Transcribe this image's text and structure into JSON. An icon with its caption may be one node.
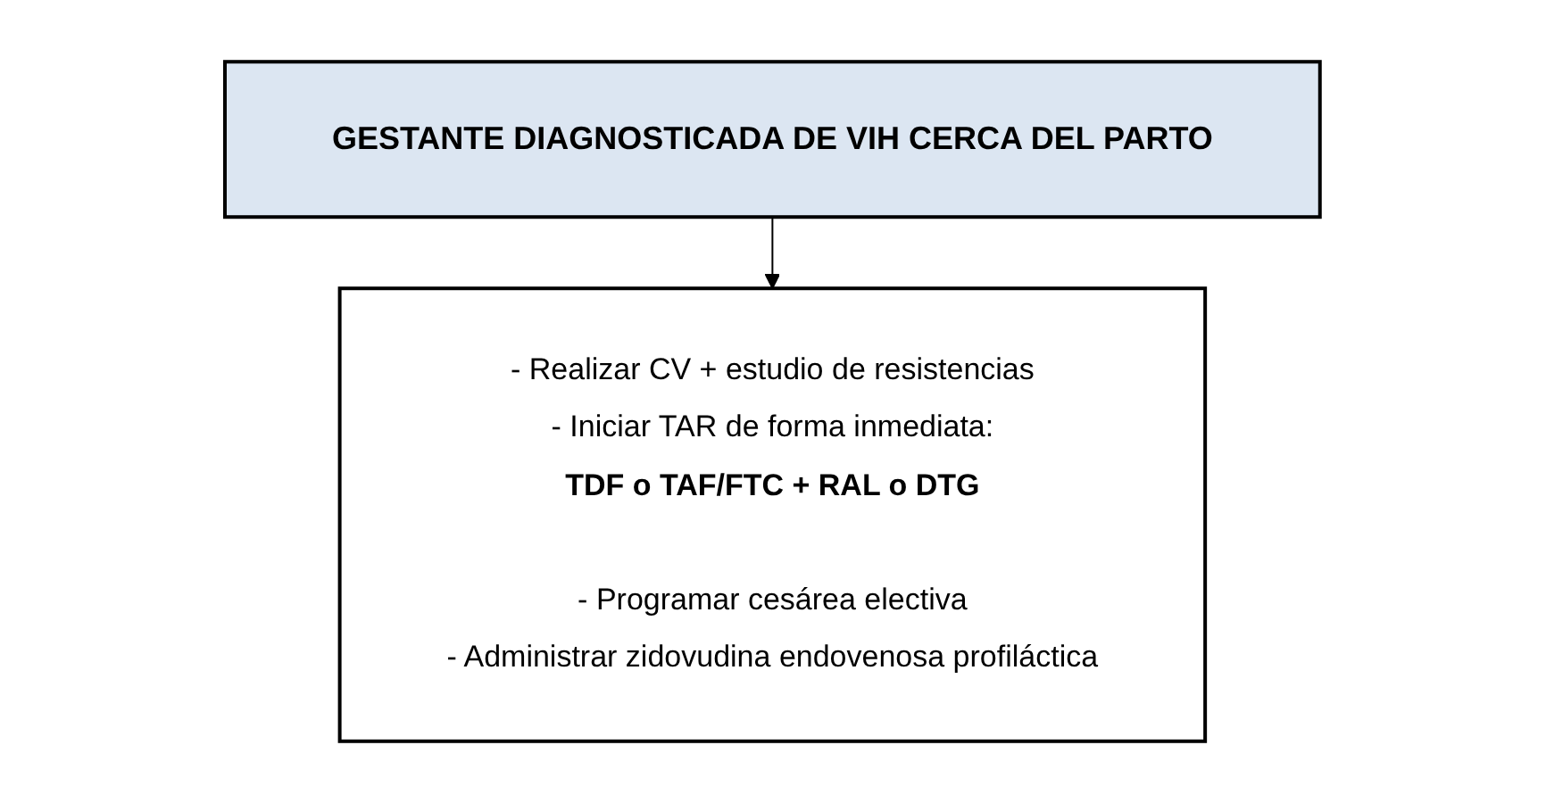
{
  "diagram": {
    "nodes": [
      {
        "text": [
          "GESTANTE DIAGNOSTICADA DE VIH CERCA DEL PARTO"
        ]
      },
      {
        "text": [
          "- Realizar CV + estudio de resistencias",
          "- Iniciar TAR de forma inmediata:",
          "TDF o TAF/FTC + RAL o DTG",
          "- Programar cesárea electiva",
          "- Administrar zidovudina endovenosa profiláctica"
        ]
      }
    ],
    "edges": [
      {
        "from": 0,
        "to": 1,
        "arrow": "to"
      }
    ]
  }
}
